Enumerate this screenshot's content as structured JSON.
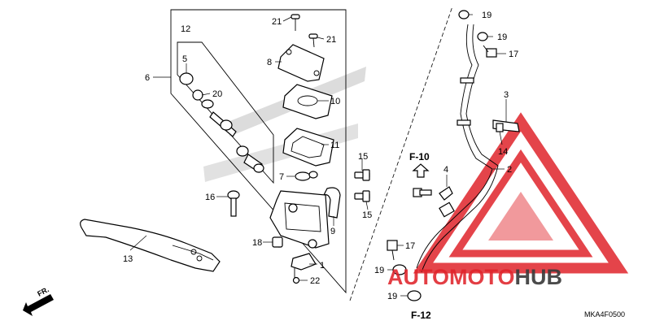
{
  "callouts": [
    {
      "id": "p1",
      "label": "1"
    },
    {
      "id": "p2",
      "label": "2"
    },
    {
      "id": "p3",
      "label": "3"
    },
    {
      "id": "p4",
      "label": "4"
    },
    {
      "id": "p5",
      "label": "5"
    },
    {
      "id": "p6",
      "label": "6"
    },
    {
      "id": "p7",
      "label": "7"
    },
    {
      "id": "p8",
      "label": "8"
    },
    {
      "id": "p9",
      "label": "9"
    },
    {
      "id": "p10",
      "label": "10"
    },
    {
      "id": "p11",
      "label": "11"
    },
    {
      "id": "p12",
      "label": "12"
    },
    {
      "id": "p13",
      "label": "13"
    },
    {
      "id": "p14",
      "label": "14"
    },
    {
      "id": "p15a",
      "label": "15"
    },
    {
      "id": "p15b",
      "label": "15"
    },
    {
      "id": "p16",
      "label": "16"
    },
    {
      "id": "p17a",
      "label": "17"
    },
    {
      "id": "p17b",
      "label": "17"
    },
    {
      "id": "p18",
      "label": "18"
    },
    {
      "id": "p19a",
      "label": "19"
    },
    {
      "id": "p19b",
      "label": "19"
    },
    {
      "id": "p19c",
      "label": "19"
    },
    {
      "id": "p19d",
      "label": "19"
    },
    {
      "id": "p20",
      "label": "20"
    },
    {
      "id": "p21a",
      "label": "21"
    },
    {
      "id": "p21b",
      "label": "21"
    },
    {
      "id": "p22",
      "label": "22"
    }
  ],
  "references": {
    "f10": "F-10",
    "f12": "F-12"
  },
  "front_arrow_label": "FR.",
  "diagram_code": "MKA4F0500",
  "watermark": {
    "part_a": "AUTO",
    "part_b": "MOTO",
    "part_c": "HUB",
    "red": "#e0242b",
    "dark": "#3c3c3c"
  }
}
